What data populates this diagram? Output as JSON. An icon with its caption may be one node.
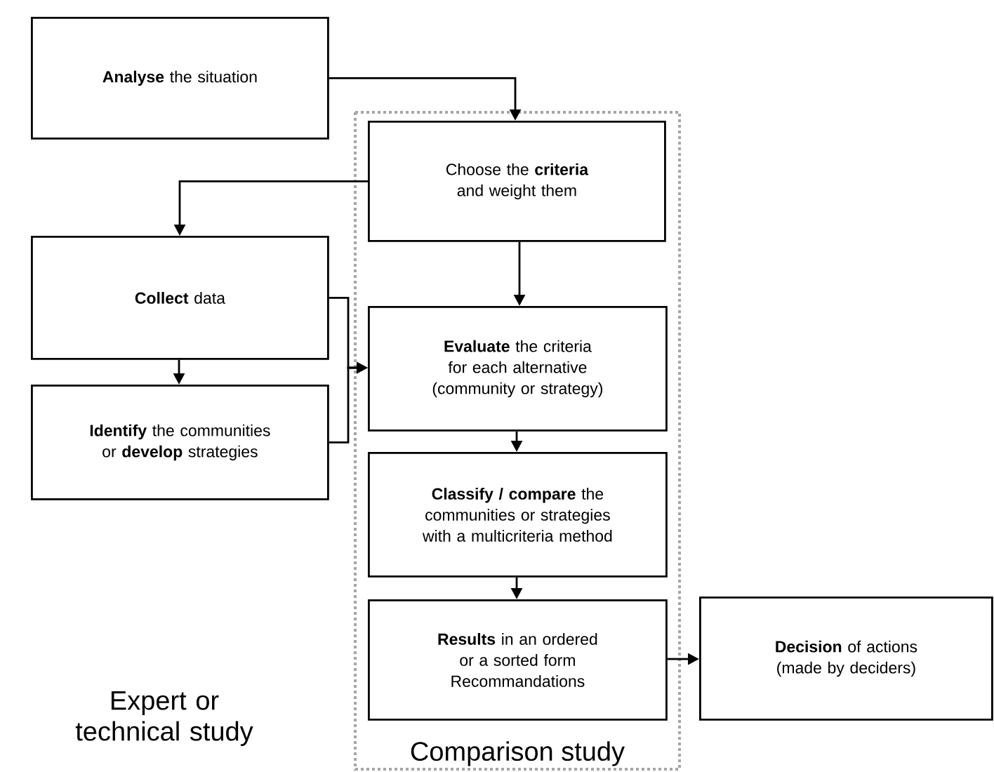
{
  "diagram": {
    "nodes": [
      {
        "text": [
          "**Analyse** the situation"
        ]
      },
      {
        "text": [
          "Comparison study"
        ]
      },
      {
        "text": [
          "Choose the **criteria** and weight them"
        ],
        "in": 1
      },
      {
        "text": [
          "**Collect** data"
        ]
      },
      {
        "text": [
          "**Evaluate** the criteria for each alternative (community or strategy)"
        ],
        "in": 1
      },
      {
        "text": [
          "**Identify** the communities or **develop** strategies"
        ]
      },
      {
        "text": [
          "**Classify / compare** the communities or strategies with a multicriteria method"
        ],
        "in": 1
      },
      {
        "text": [
          "**Results** in an ordered or a sorted form Recommandations"
        ],
        "in": 1
      },
      {
        "text": [
          "**Decision** of actions (made by deciders)"
        ]
      }
    ],
    "edges": [
      {
        "from": 0,
        "to": 2,
        "arrow": "to"
      },
      {
        "from": 2,
        "to": 3,
        "arrow": "to"
      },
      {
        "from": 2,
        "to": 4,
        "arrow": "to"
      },
      {
        "from": 3,
        "to": 5,
        "arrow": "to"
      },
      {
        "from": 3,
        "to": 4,
        "arrow": "to"
      },
      {
        "from": 5,
        "to": 4,
        "arrow": "to"
      },
      {
        "from": 4,
        "to": 6,
        "arrow": "to"
      },
      {
        "from": 6,
        "to": 7,
        "arrow": "to"
      },
      {
        "from": 7,
        "to": 8,
        "arrow": "to"
      }
    ],
    "labels": [
      "Expert or technical study"
    ]
  }
}
